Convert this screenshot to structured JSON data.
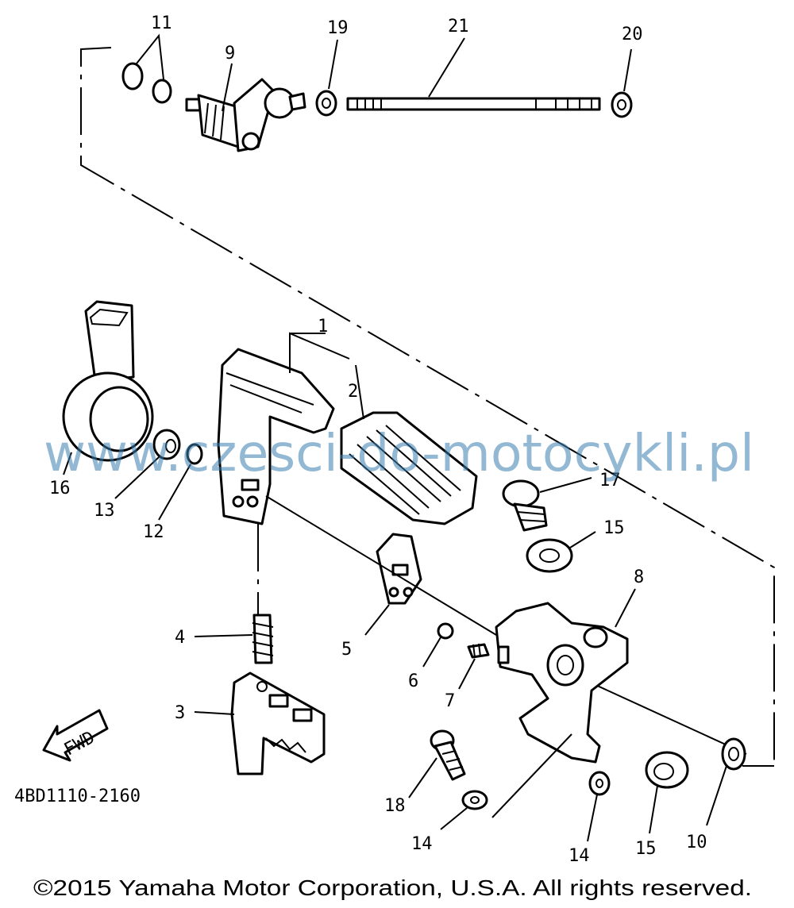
{
  "diagram": {
    "part_labels": {
      "p1": "1",
      "p2": "2",
      "p3": "3",
      "p4": "4",
      "p5": "5",
      "p6": "6",
      "p7": "7",
      "p8": "8",
      "p9": "9",
      "p10": "10",
      "p11": "11",
      "p12": "12",
      "p13": "13",
      "p14a": "14",
      "p14b": "14",
      "p15a": "15",
      "p15b": "15",
      "p16": "16",
      "p17": "17",
      "p18": "18",
      "p19": "19",
      "p20": "20",
      "p21": "21"
    },
    "direction_marker": "FWD",
    "diagram_code": "4BD1110-2160",
    "watermark": "www.czesci-do-motocykli.pl",
    "copyright": "©2015 Yamaha Motor Corporation, U.S.A. All rights reserved."
  }
}
